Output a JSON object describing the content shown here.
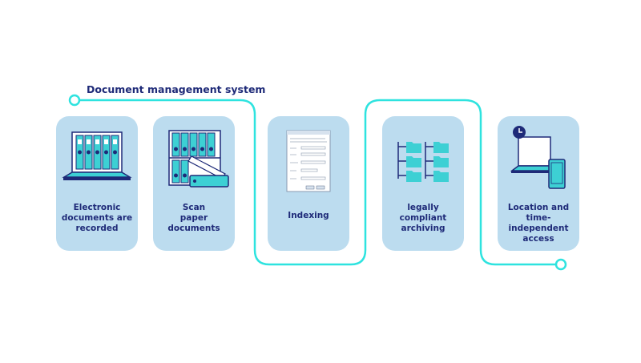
{
  "title": "Document management system",
  "steps": [
    {
      "icon": "laptop-with-binders-icon",
      "label_lines": [
        "Electronic",
        "documents are",
        "recorded"
      ]
    },
    {
      "icon": "binders-with-scanner-icon",
      "label_lines": [
        "Scan",
        "paper",
        "documents"
      ]
    },
    {
      "icon": "indexing-form-window-icon",
      "label_lines": [
        "Indexing"
      ]
    },
    {
      "icon": "folder-tree-icon",
      "label_lines": [
        "legally",
        "compliant",
        "archiving"
      ]
    },
    {
      "icon": "laptop-phone-clock-icon",
      "label_lines": [
        "Location and",
        "time-independent",
        "access"
      ]
    }
  ],
  "colors": {
    "card": "#bcdcef",
    "text": "#1e2a78",
    "line": "#2ee3df",
    "accent": "#3dd0d4",
    "navy": "#1e2a78"
  }
}
